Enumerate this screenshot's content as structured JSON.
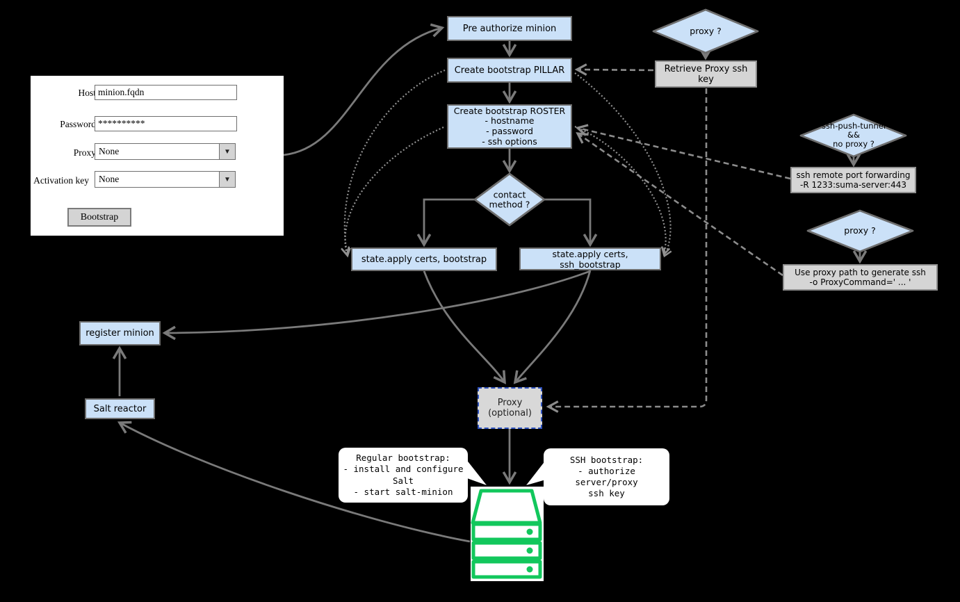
{
  "form": {
    "host_label": "Host",
    "host_value": "minion.fqdn",
    "password_label": "Password",
    "password_value": "**********",
    "proxy_label": "Proxy",
    "proxy_value": "None",
    "activation_key_label": "Activation key",
    "activation_key_value": "None",
    "dropdown_arrow": "▼",
    "bootstrap_button": "Bootstrap"
  },
  "nodes": {
    "pre_authorize_minion": "Pre authorize minion",
    "create_bootstrap_pillar": "Create bootstrap PILLAR",
    "create_bootstrap_roster": {
      "title": "Create bootstrap ROSTER",
      "item1": "- hostname",
      "item2": "- password",
      "item3": "- ssh options"
    },
    "contact_method": {
      "line1": "contact",
      "line2": "method ?"
    },
    "state_apply_bootstrap": "state.apply certs, bootstrap",
    "state_apply_ssh_bootstrap": "state.apply certs, ssh_bootstrap",
    "proxy_question_top": "proxy ?",
    "retrieve_proxy_ssh_key": "Retrieve Proxy ssh key",
    "ssh_push_tunnel": {
      "line1": "ssh-push-tunnel",
      "line2": "&&",
      "line3": "no proxy ?"
    },
    "ssh_remote_port_forwarding": {
      "line1": "ssh remote port forwarding",
      "line2": "-R 1233:suma-server:443"
    },
    "proxy_question_right": "proxy ?",
    "use_proxy_path": {
      "line1": "Use proxy path to generate ssh",
      "line2": "-o ProxyCommand=' ... '"
    },
    "register_minion": "register minion",
    "salt_reactor": "Salt reactor",
    "proxy_optional": {
      "line1": "Proxy",
      "line2": "(optional)"
    }
  },
  "callouts": {
    "regular_bootstrap": {
      "line1": "Regular bootstrap:",
      "line2": "- install and configure",
      "line3": "Salt",
      "line4": "- start salt-minion"
    },
    "ssh_bootstrap": {
      "line1": "SSH bootstrap:",
      "line2": "- authorize server/proxy",
      "line3": "ssh key"
    }
  },
  "icons": {
    "server_icon": "server-rack",
    "dropdown_icon": "chevron-down"
  },
  "colors": {
    "background": "#000000",
    "node_fill_blue": "#cbe1f8",
    "node_border": "#6e6e6e",
    "gray_fill": "#d5d5d5",
    "gray_border": "#909090",
    "connector_gray": "#7a7a7a",
    "proxy_dashed_border_blue": "#2f52bd",
    "server_green": "#12c75c",
    "panel_white": "#ffffff"
  }
}
